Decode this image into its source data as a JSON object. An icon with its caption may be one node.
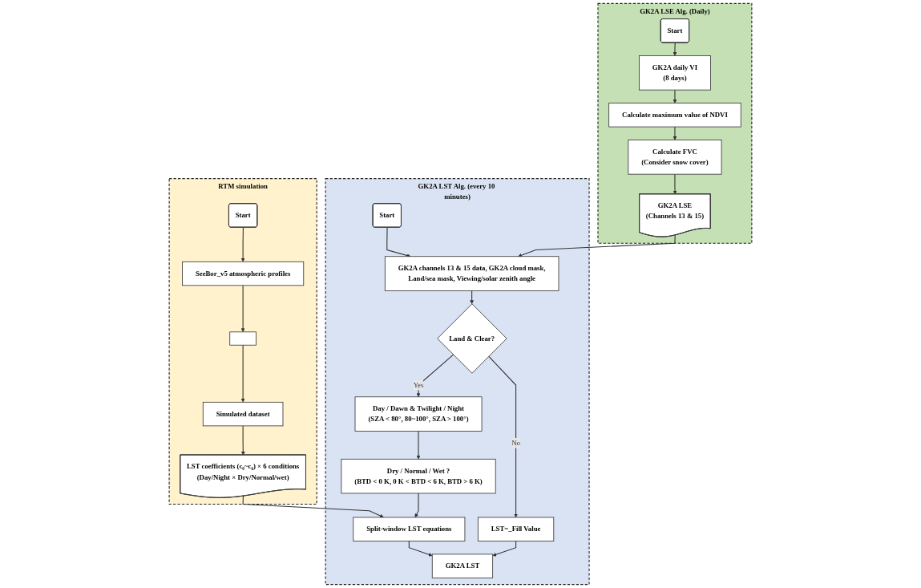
{
  "diagram": {
    "nodes": [
      {
        "text": [
          "GK2A LSE Alg. (Daily)"
        ]
      },
      {
        "text": [
          "Start"
        ],
        "in": 0
      },
      {
        "text": [
          "GK2A daily VI",
          "(8 days)"
        ],
        "in": 0
      },
      {
        "text": [
          "Calculate maximum value of NDVI"
        ],
        "in": 0
      },
      {
        "text": [
          "Calculate FVC",
          "(Consider snow cover)"
        ],
        "in": 0
      },
      {
        "text": [
          "GK2A LSE",
          "(Channels 13 & 15)"
        ],
        "in": 0
      },
      {
        "text": [
          "GK2A LST Alg. (every 10 minutes)"
        ]
      },
      {
        "text": [
          "Start"
        ],
        "in": 6
      },
      {
        "text": [
          "GK2A channels 13 & 15 data, GK2A cloud mask,",
          "Land/sea mask, Viewing/solar zenith angle"
        ],
        "in": 6
      },
      {
        "text": [
          "Land & Clear?"
        ],
        "in": 6
      },
      {
        "text": [
          "Day / Dawn & Twilight / Night",
          "(SZA < 80°, 80~100°, SZA > 100°)"
        ],
        "in": 6
      },
      {
        "text": [
          "Dry / Normal / Wet ?",
          "(BTD < 0 K, 0 K < BTD < 6 K, BTD > 6 K)"
        ],
        "in": 6
      },
      {
        "text": [
          "Split-window LST equations"
        ],
        "in": 6
      },
      {
        "text": [
          "LST=_Fill Value"
        ],
        "in": 6
      },
      {
        "text": [
          "GK2A LST"
        ],
        "in": 6
      },
      {
        "text": [
          "RTM simulation"
        ]
      },
      {
        "text": [
          "Start"
        ],
        "in": 15
      },
      {
        "text": [
          "SeeBor_v5 atmospheric profiles"
        ],
        "in": 15
      },
      {
        "text": [],
        "shape": "box",
        "in": 15
      },
      {
        "text": [
          "Simulated dataset"
        ],
        "in": 15
      },
      {
        "text": [
          "LST coefficients (c₀~c₆) × 6 conditions",
          "(Day/Night × Dry/Normal/wet)"
        ],
        "in": 15
      }
    ],
    "edges": [
      {
        "from": 1,
        "to": 2,
        "arrow": "to"
      },
      {
        "from": 2,
        "to": 3,
        "arrow": "to"
      },
      {
        "from": 3,
        "to": 4,
        "arrow": "to"
      },
      {
        "from": 4,
        "to": 5,
        "arrow": "to"
      },
      {
        "from": 5,
        "to": 8,
        "arrow": "to"
      },
      {
        "from": 7,
        "to": 8,
        "arrow": "to"
      },
      {
        "from": 8,
        "to": 9,
        "arrow": "to"
      },
      {
        "from": 9,
        "to": 10,
        "label": "Yes",
        "arrow": "to"
      },
      {
        "from": 10,
        "to": 11,
        "arrow": "to"
      },
      {
        "from": 11,
        "to": 12,
        "arrow": "to"
      },
      {
        "from": 20,
        "to": 12,
        "arrow": "to"
      },
      {
        "from": 9,
        "to": 13,
        "label": "No",
        "arrow": "to"
      },
      {
        "from": 12,
        "to": 14,
        "arrow": "to"
      },
      {
        "from": 13,
        "to": 14,
        "arrow": "to"
      },
      {
        "from": 16,
        "to": 17,
        "arrow": "to"
      },
      {
        "from": 17,
        "to": 18,
        "arrow": "to"
      },
      {
        "from": 18,
        "to": 19,
        "arrow": "to"
      },
      {
        "from": 19,
        "to": 20,
        "arrow": "to"
      }
    ]
  }
}
